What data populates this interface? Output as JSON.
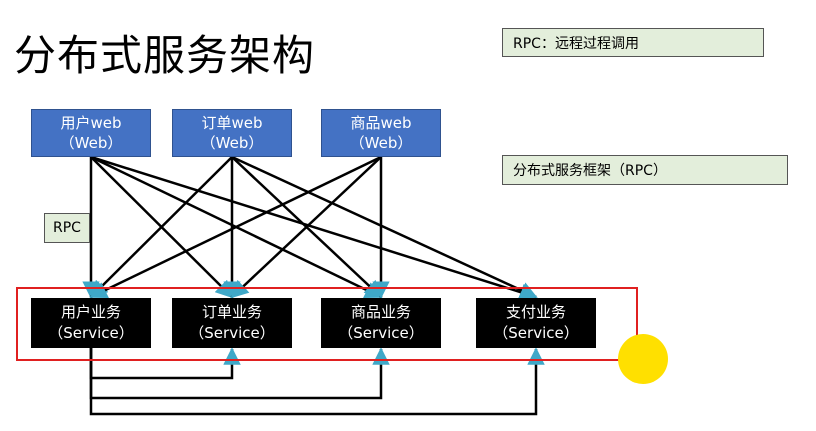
{
  "title": "分布式服务架构",
  "notes": {
    "rpc_definition": "RPC：远程过程调用",
    "framework": "分布式服务框架（RPC）",
    "rpc_label": "RPC"
  },
  "web_nodes": [
    {
      "name": "用户web",
      "sub": "（Web）"
    },
    {
      "name": "订单web",
      "sub": "（Web）"
    },
    {
      "name": "商品web",
      "sub": "（Web）"
    }
  ],
  "service_nodes": [
    {
      "name": "用户业务",
      "sub": "（Service）"
    },
    {
      "name": "订单业务",
      "sub": "（Service）"
    },
    {
      "name": "商品业务",
      "sub": "（Service）"
    },
    {
      "name": "支付业务",
      "sub": "（Service）"
    }
  ],
  "colors": {
    "web_fill": "#4472c4",
    "service_fill": "#000000",
    "note_fill": "#e3eedb",
    "group_border": "#e02020",
    "edge": "#000000",
    "arrowhead": "#3fa8c8"
  },
  "edges": [
    {
      "from": "用户web",
      "to": "用户业务"
    },
    {
      "from": "用户web",
      "to": "订单业务"
    },
    {
      "from": "用户web",
      "to": "商品业务"
    },
    {
      "from": "用户web",
      "to": "支付业务"
    },
    {
      "from": "订单web",
      "to": "用户业务"
    },
    {
      "from": "订单web",
      "to": "订单业务"
    },
    {
      "from": "订单web",
      "to": "商品业务"
    },
    {
      "from": "订单web",
      "to": "支付业务"
    },
    {
      "from": "商品web",
      "to": "用户业务"
    },
    {
      "from": "商品web",
      "to": "订单业务"
    },
    {
      "from": "商品web",
      "to": "商品业务"
    },
    {
      "from": "用户业务",
      "to": "订单业务"
    },
    {
      "from": "用户业务",
      "to": "商品业务"
    },
    {
      "from": "用户业务",
      "to": "支付业务"
    }
  ]
}
